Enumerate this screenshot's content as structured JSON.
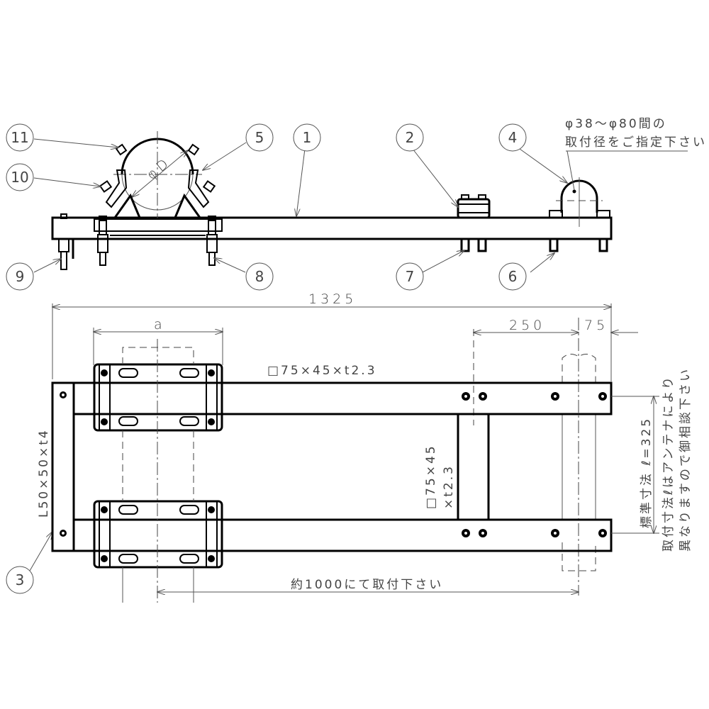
{
  "drawing": {
    "type": "mechanical-drawing",
    "subject": "Antenna mounting bracket (side view + plan view)",
    "colors": {
      "line": "#000000",
      "dimension": "#555555",
      "background": "#ffffff"
    }
  },
  "balloons": [
    {
      "id": "1",
      "label": "1",
      "target": "main-channel-75x45"
    },
    {
      "id": "2",
      "label": "2",
      "target": "square-clamp"
    },
    {
      "id": "3",
      "label": "3",
      "target": "angle-L50x50"
    },
    {
      "id": "4",
      "label": "4",
      "target": "u-bolt-pipe-clamp"
    },
    {
      "id": "5",
      "label": "5",
      "target": "mast-clamp-arm"
    },
    {
      "id": "6",
      "label": "6",
      "target": "nut-bolt"
    },
    {
      "id": "7",
      "label": "7",
      "target": "nut-bolt"
    },
    {
      "id": "8",
      "label": "8",
      "target": "nut-bolt"
    },
    {
      "id": "9",
      "label": "9",
      "target": "bolt"
    },
    {
      "id": "10",
      "label": "10",
      "target": "clamp-bolt"
    },
    {
      "id": "11",
      "label": "11",
      "target": "clamp-bolt"
    }
  ],
  "side_view": {
    "mast_label": "φD",
    "note_line1": "φ38〜φ80間の",
    "note_line2": "取付径をご指定下さい"
  },
  "plan_view": {
    "dim_overall": "1325",
    "dim_a": "a",
    "dim_250": "250",
    "dim_75": "75",
    "channel_spec": "□75×45×t2.3",
    "cross_member_spec_line1": "□75×45",
    "cross_member_spec_line2": "×t2.3",
    "angle_spec": "L50×50×t4",
    "install_note": "約1000にて取付下さい",
    "std_dim": "標準寸法 ℓ=325",
    "side_note_line1": "取付寸法ℓはアンテナにより",
    "side_note_line2": "異なりますので御相談下さい"
  }
}
